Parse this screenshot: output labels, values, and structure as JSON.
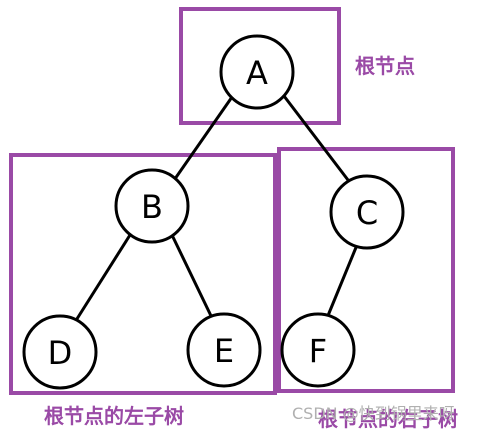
{
  "nodes": {
    "A": "A",
    "B": "B",
    "C": "C",
    "D": "D",
    "E": "E",
    "F": "F"
  },
  "annotations": {
    "root": "根节点",
    "left_subtree": "根节点的左子树",
    "right_subtree": "根节点的右子树"
  },
  "watermark": "CSDN @快到锅里来呀",
  "colors": {
    "highlight": "#9a4aa6",
    "edge": "#000000",
    "node_fill": "#ffffff"
  }
}
